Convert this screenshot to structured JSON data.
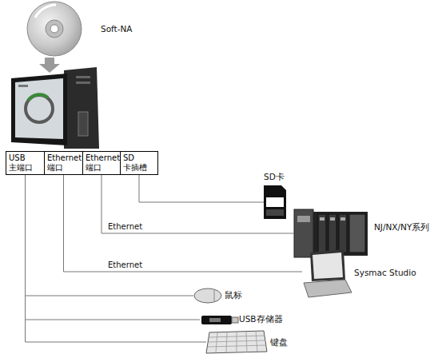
{
  "diagram": {
    "nodes": [
      {
        "text": [
          "Soft-NA"
        ]
      },
      {
        "text": [
          "USB 主端口"
        ]
      },
      {
        "text": [
          "Ethernet 端口"
        ]
      },
      {
        "text": [
          "Ethernet 端口"
        ]
      },
      {
        "text": [
          "SD 卡插槽"
        ]
      },
      {
        "text": [
          "SD卡"
        ]
      },
      {
        "text": [
          "NJ/NX/NY系列"
        ]
      },
      {
        "text": [
          "Sysmac Studio"
        ]
      },
      {
        "text": [
          "鼠标"
        ]
      },
      {
        "text": [
          "USB存储器"
        ]
      },
      {
        "text": [
          "键盘"
        ]
      }
    ],
    "edges": [
      {
        "from": 4,
        "to": 5,
        "arrow": "none"
      },
      {
        "from": 3,
        "to": 6,
        "label": "Ethernet",
        "arrow": "none"
      },
      {
        "from": 2,
        "to": 7,
        "label": "Ethernet",
        "arrow": "none"
      },
      {
        "from": 1,
        "to": 8,
        "arrow": "none"
      },
      {
        "from": 1,
        "to": 9,
        "arrow": "none"
      },
      {
        "from": 1,
        "to": 10,
        "arrow": "none"
      }
    ]
  }
}
